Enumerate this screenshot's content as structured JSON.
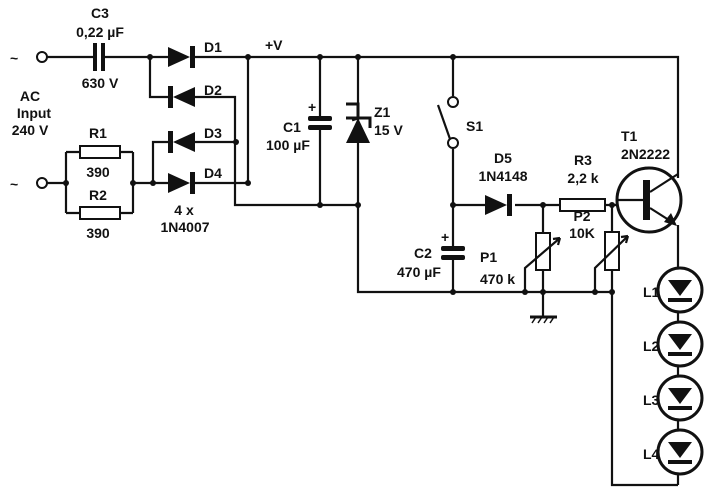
{
  "ac_input": {
    "symbol": "~",
    "line1": "AC",
    "line2": "Input",
    "line3": "240 V"
  },
  "rail_label": "+V",
  "components": {
    "C3": {
      "name": "C3",
      "value": "0,22 µF",
      "rating": "630 V"
    },
    "R1": {
      "name": "R1",
      "value": "390"
    },
    "R2": {
      "name": "R2",
      "value": "390"
    },
    "D1": {
      "name": "D1"
    },
    "D2": {
      "name": "D2"
    },
    "D3": {
      "name": "D3"
    },
    "D4": {
      "name": "D4"
    },
    "bridge": {
      "count": "4 x",
      "part": "1N4007"
    },
    "C1": {
      "name": "C1",
      "value": "100 µF",
      "polarity": "+"
    },
    "Z1": {
      "name": "Z1",
      "value": "15 V"
    },
    "S1": {
      "name": "S1"
    },
    "C2": {
      "name": "C2",
      "value": "470 µF",
      "polarity": "+"
    },
    "D5": {
      "name": "D5",
      "part": "1N4148"
    },
    "P1": {
      "name": "P1",
      "value": "470 k"
    },
    "R3": {
      "name": "R3",
      "value": "2,2 k"
    },
    "P2": {
      "name": "P2",
      "value": "10K"
    },
    "T1": {
      "name": "T1",
      "part": "2N2222"
    },
    "L1": {
      "name": "L1"
    },
    "L2": {
      "name": "L2"
    },
    "L3": {
      "name": "L3"
    },
    "L4": {
      "name": "L4"
    }
  }
}
